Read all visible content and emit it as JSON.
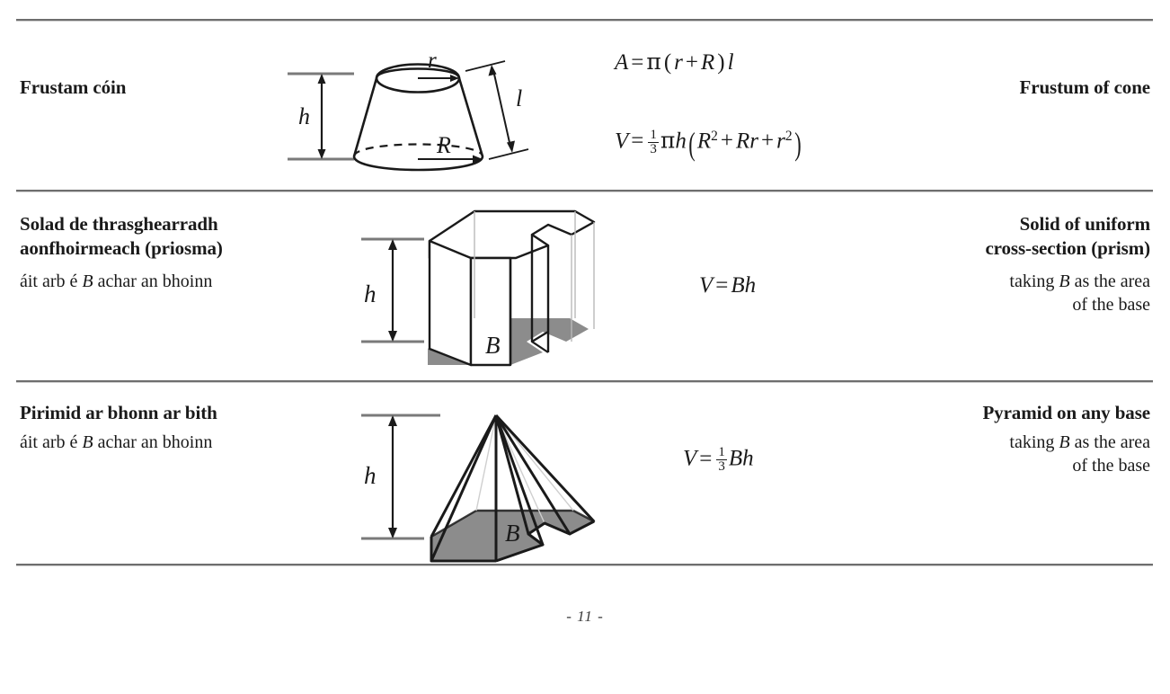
{
  "document": {
    "page_number": "- 11 -",
    "rows": [
      {
        "irish_title": "Frustam cóin",
        "irish_note": "",
        "english_title": "Frustum of cone",
        "english_note_line1": "",
        "english_note_line2": "",
        "diagram": "frustum-of-cone-diagram",
        "diagram_labels": {
          "h": "h",
          "r": "r",
          "R": "R",
          "l": "l"
        },
        "formulas": [
          {
            "lhs": "A",
            "rel": "=",
            "rhs": "π(r + R)l"
          },
          {
            "lhs": "V",
            "rel": "=",
            "rhs": "⅓πh(R² + Rr + r²)"
          }
        ]
      },
      {
        "irish_title_line1": "Solad de thrasghearradh",
        "irish_title_line2": "aonfhoirmeach (priosma)",
        "irish_note_pre": "áit arb é ",
        "irish_note_var": "B",
        "irish_note_post": " achar an bhoinn",
        "english_title_line1": "Solid of uniform",
        "english_title_line2": "cross-section (prism)",
        "english_note_pre": "taking ",
        "english_note_var": "B",
        "english_note_post": " as the area",
        "english_note_line2": "of the base",
        "diagram": "uniform-cross-section-prism-diagram",
        "diagram_labels": {
          "h": "h",
          "B": "B"
        },
        "formula": {
          "lhs": "V",
          "rel": "=",
          "rhs": "Bh"
        }
      },
      {
        "irish_title": "Pirimid ar bhonn ar bith",
        "irish_note_pre": "áit arb é ",
        "irish_note_var": "B",
        "irish_note_post": " achar an bhoinn",
        "english_title": "Pyramid on any base",
        "english_note_pre": "taking ",
        "english_note_var": "B",
        "english_note_post": " as the area",
        "english_note_line2": "of the base",
        "diagram": "pyramid-on-any-base-diagram",
        "diagram_labels": {
          "h": "h",
          "B": "B"
        },
        "formula": {
          "lhs": "V",
          "rel": "=",
          "rhs": "⅓Bh"
        }
      }
    ],
    "colors": {
      "rule": "#6e6e6e",
      "text": "#1a1a1a",
      "base_shade": "#8c8c8c",
      "stroke": "#1a1a1a"
    }
  },
  "formula_parts": {
    "A": "A",
    "V": "V",
    "eq": "=",
    "pi": "π",
    "r": "r",
    "R": "R",
    "l": "l",
    "h": "h",
    "B": "B",
    "one": "1",
    "three": "3",
    "two": "2",
    "plus": "+",
    "lparen": "(",
    "rparen": ")",
    "Bh": "Bh",
    "Rr": "Rr"
  }
}
